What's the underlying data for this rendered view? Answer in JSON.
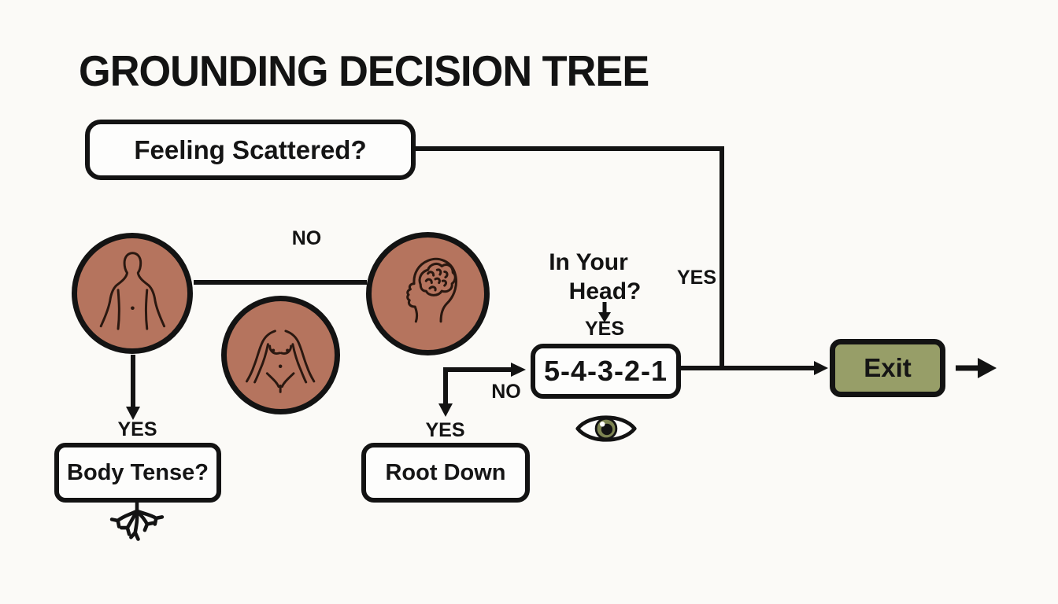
{
  "title": "GROUNDING DECISION TREE",
  "nodes": {
    "feeling_scattered": "Feeling Scattered?",
    "body_tense": "Body Tense?",
    "root_down": "Root Down",
    "countdown": "5-4-3-2-1",
    "exit": "Exit"
  },
  "question": {
    "line1": "In Your",
    "line2": "Head?"
  },
  "labels": {
    "no_top": "NO",
    "yes_body": "YES",
    "yes_root": "YES",
    "no_countdown": "NO",
    "yes_head": "YES",
    "yes_exit": "YES"
  },
  "icons": {
    "circle1": "body-figure-icon",
    "circle2": "torso-figure-icon",
    "circle3": "head-brain-icon",
    "below_countdown": "eye-icon",
    "below_body_tense": "roots-icon"
  },
  "colors": {
    "background": "#fbfaf7",
    "ink": "#131313",
    "node_fill": "#fdfdfc",
    "circle_fill": "#b5745e",
    "circle_line_art": "#2a1810",
    "exit_fill": "#979e68",
    "eye_iris": "#7d8452"
  }
}
